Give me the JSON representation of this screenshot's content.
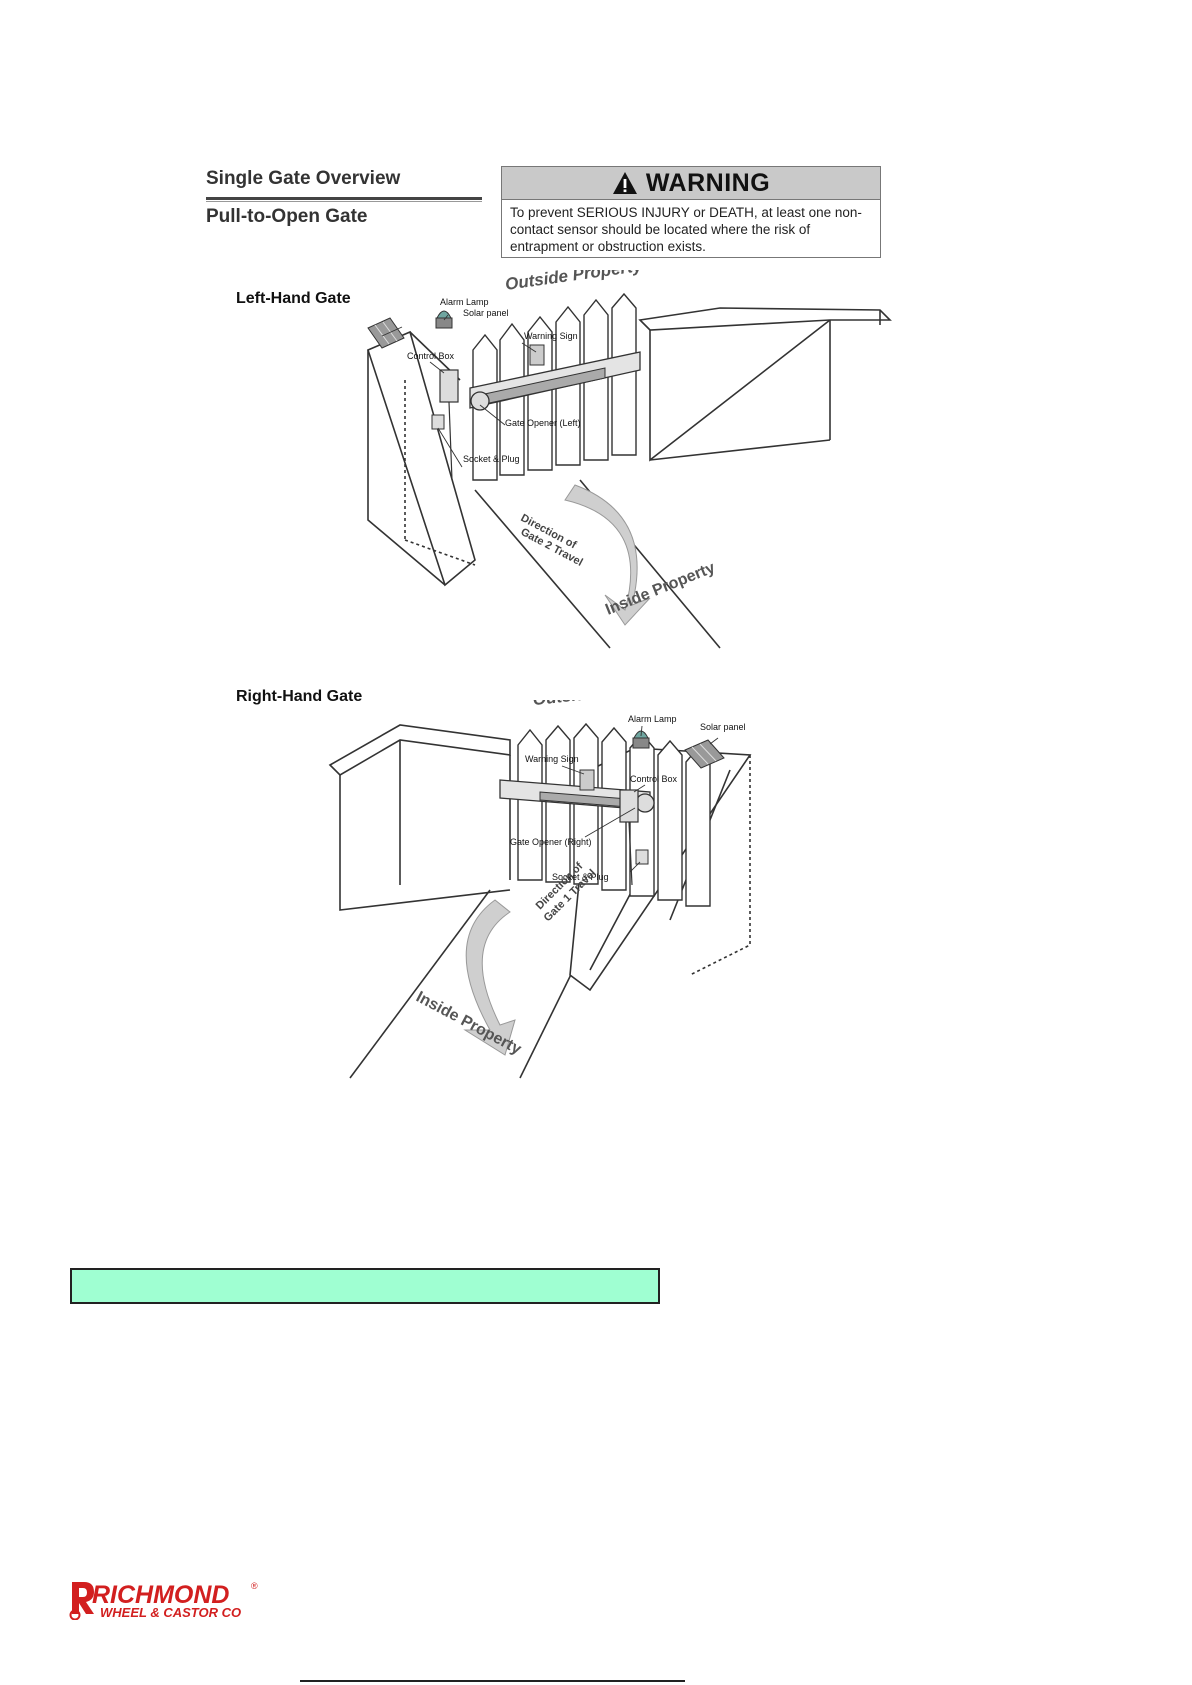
{
  "header": {
    "title": "Single Gate Overview",
    "subtitle": "Pull-to-Open Gate"
  },
  "warning": {
    "label": "WARNING",
    "text": "To prevent SERIOUS INJURY or DEATH, at least one non-contact sensor should be located where the risk of entrapment or obstruction exists."
  },
  "left_gate": {
    "title": "Left-Hand Gate",
    "outside": "Outside Property",
    "inside": "Inside Property",
    "direction": "Direction of",
    "direction2": "Gate 2 Travel",
    "labels": {
      "solar": "Solar panel",
      "lamp": "Alarm Lamp",
      "sign": "Warning Sign",
      "control": "Control Box",
      "opener": "Gate Opener (Left)",
      "socket": "Socket & Plug"
    }
  },
  "right_gate": {
    "title": "Right-Hand Gate",
    "outside": "Outside Property",
    "inside": "Inside Property",
    "direction": "Direction of",
    "direction2": "Gate 1 Travel",
    "labels": {
      "lamp": "Alarm Lamp",
      "solar": "Solar panel",
      "sign": "Warning Sign",
      "control": "Control Box",
      "opener": "Gate Opener (Right)",
      "socket": "Socket & Plug"
    }
  },
  "logo": {
    "brand": "RICHMOND",
    "sub": "WHEEL & CASTOR CO",
    "reg": "®"
  }
}
